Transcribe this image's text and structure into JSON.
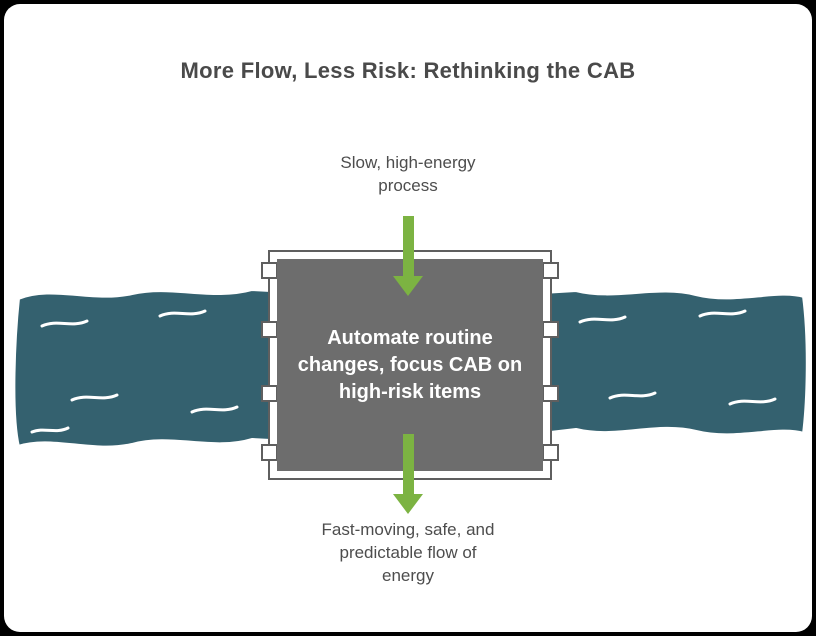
{
  "title": "More Flow, Less Risk: Rethinking the CAB",
  "top_label": {
    "line1": "Slow, high-energy",
    "line2": "process"
  },
  "center_box": {
    "text": "Automate routine changes, focus CAB on high-risk items"
  },
  "bottom_label": {
    "line1": "Fast-moving, safe, and",
    "line2": "predictable flow of",
    "line3": "energy"
  },
  "colors": {
    "arrow_green": "#7cb342",
    "river_teal": "#34616f",
    "box_gray": "#6d6d6d",
    "box_frame": "#5f5f5f",
    "title_text": "#4a4a4a",
    "label_text": "#4d4d4d",
    "box_text": "#ffffff",
    "canvas": "#ffffff",
    "surround": "#000000"
  }
}
